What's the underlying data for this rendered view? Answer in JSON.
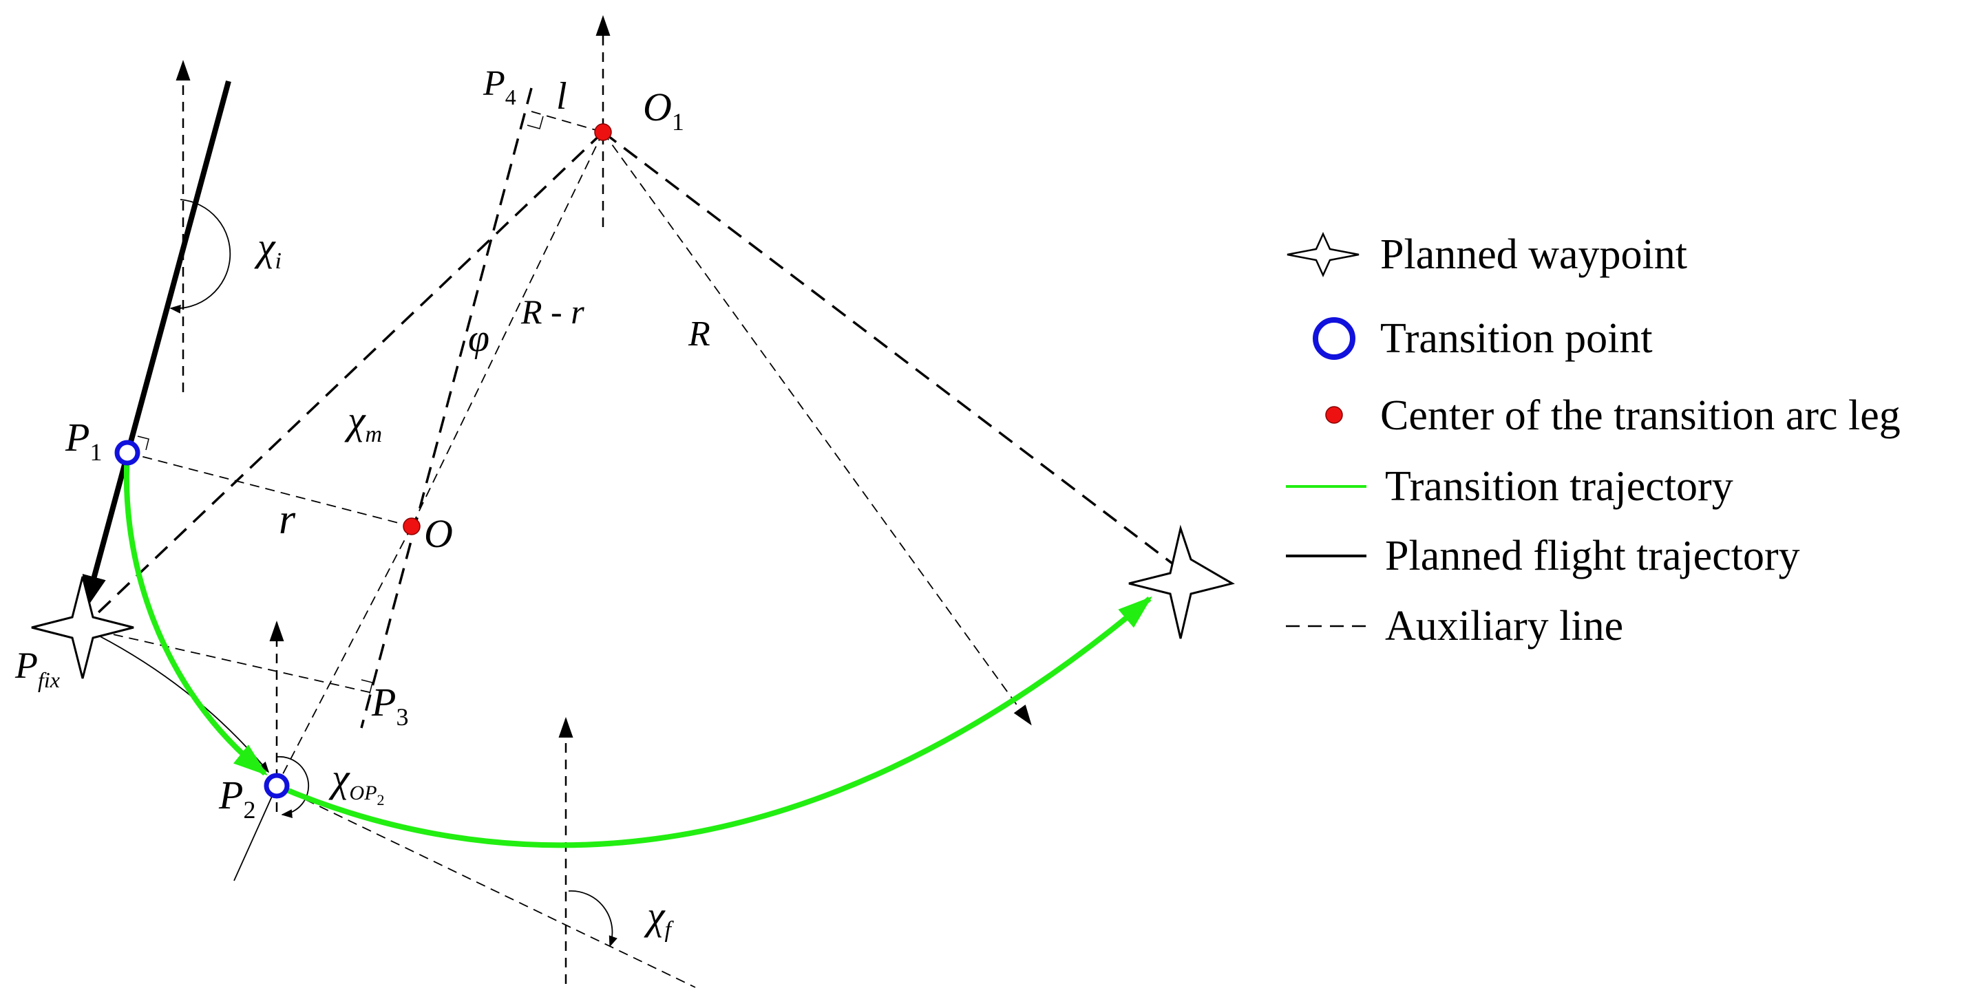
{
  "labels": {
    "p1_main": "P",
    "p1_sub": "1",
    "p2_main": "P",
    "p2_sub": "2",
    "p3_main": "P",
    "p3_sub": "3",
    "p4_main": "P",
    "p4_sub": "4",
    "o1_main": "O",
    "o1_sub": "1",
    "pfix_main": "P",
    "pfix_sub": "fix",
    "o": "O",
    "l": "l",
    "r": "r",
    "R": "R",
    "R_minus_r": "R - r",
    "phi": "φ",
    "chi_i_main": "χ",
    "chi_i_sub": "i",
    "chi_m_main": "χ",
    "chi_m_sub": "m",
    "chi_f_main": "χ",
    "chi_f_sub": "f",
    "chi_op2_main": "χ",
    "chi_op2_sub": "OP",
    "chi_op2_subsub": "2"
  },
  "legend": {
    "waypoint": "Planned waypoint",
    "transition_point": "Transition point",
    "center": "Center of the transition arc leg",
    "transition_traj": "Transition trajectory",
    "planned_traj": "Planned flight trajectory",
    "aux_line": "Auxiliary line"
  },
  "colors": {
    "transition": "#22ee11",
    "transition_point": "#1111dd",
    "center": "#ee1111",
    "line": "#000000"
  }
}
